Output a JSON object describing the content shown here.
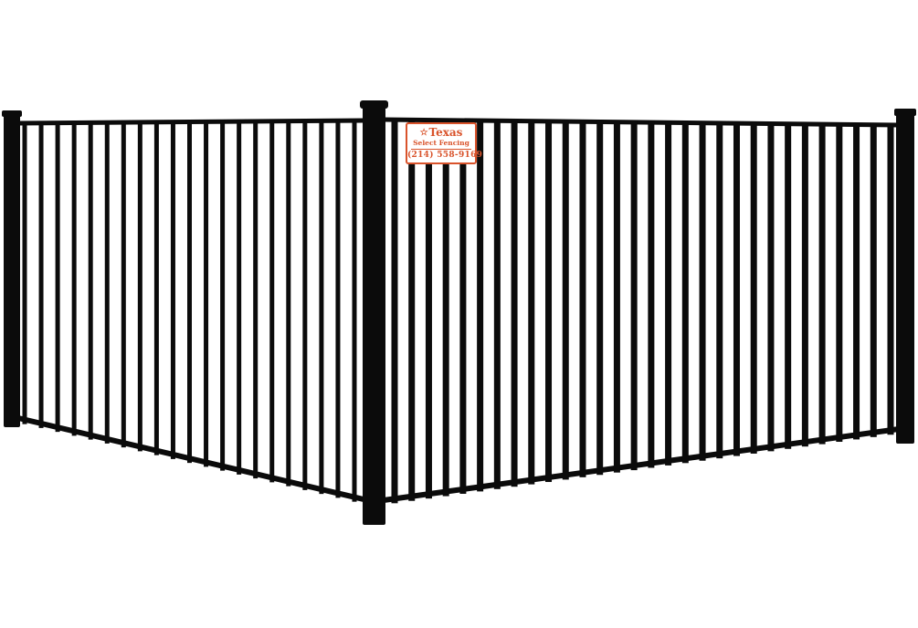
{
  "scene": {
    "subject": "black-aluminum-corner-fence",
    "fence_color": "#0b0b0b",
    "background_color": "#ffffff",
    "left_section_picket_count": 21,
    "right_section_picket_count": 30
  },
  "sign": {
    "brand": "Texas",
    "subtitle": "Select Fencing",
    "phone": "(214) 558-9169",
    "color": "#d9532b",
    "icon": "star-icon"
  }
}
